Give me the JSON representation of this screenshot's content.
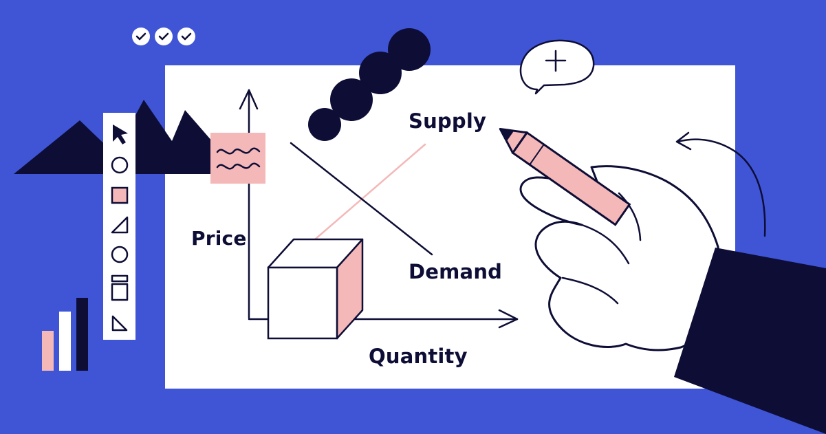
{
  "chart_data": {
    "type": "line",
    "title": "",
    "xlabel": "Quantity",
    "ylabel": "Price",
    "series": [
      {
        "name": "Supply",
        "values": []
      },
      {
        "name": "Demand",
        "values": []
      }
    ],
    "annotations": [
      "Supply",
      "Demand",
      "Price",
      "Quantity"
    ],
    "grid": false
  },
  "colors": {
    "background": "#3f55d6",
    "board": "#ffffff",
    "ink": "#0d0d36",
    "accent": "#f4b8b8"
  },
  "icons": {
    "status_dots": [
      "check-icon",
      "check-icon",
      "check-icon"
    ],
    "toolbar": [
      "cursor-icon",
      "circle-icon",
      "square-icon",
      "triangle-icon",
      "circle-icon",
      "layout-icon",
      "right-triangle-icon"
    ],
    "bubble": "plus-icon",
    "pencil": "pencil-icon"
  }
}
